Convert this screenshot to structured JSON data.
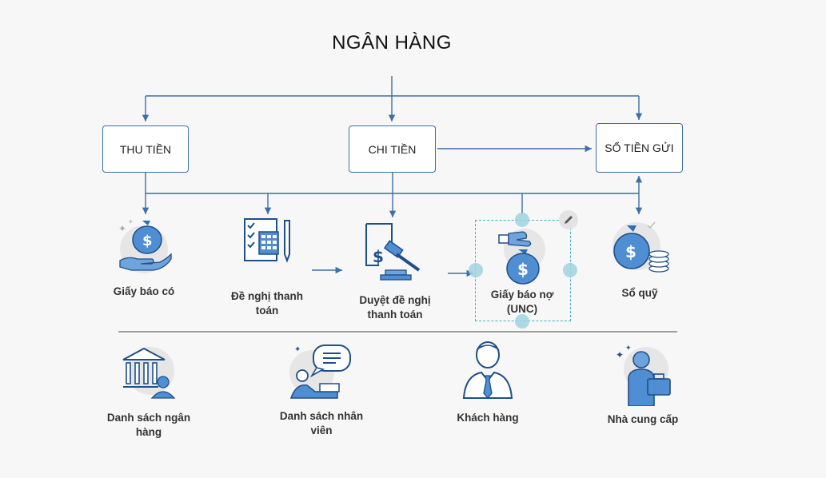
{
  "title": "NGÂN HÀNG",
  "boxes": {
    "thu_tien": "THU TIỀN",
    "chi_tien": "CHI TIỀN",
    "so_tien_gui": "SỔ TIỀN GỬI"
  },
  "items": {
    "giay_bao_co": "Giấy báo có",
    "de_nghi_line1": "Đề nghị thanh",
    "de_nghi_line2": "toán",
    "duyet_line1": "Duyệt đề nghị",
    "duyet_line2": "thanh toán",
    "giay_bao_no_line1": "Giấy báo nợ",
    "giay_bao_no_line2": "(UNC)",
    "so_quy": "Sổ quỹ"
  },
  "catalog": {
    "ds_ngan_hang_line1": "Danh sách ngân",
    "ds_ngan_hang_line2": "hàng",
    "ds_nhan_vien_line1": "Danh sách nhân",
    "ds_nhan_vien_line2": "viên",
    "khach_hang": "Khách hàng",
    "nha_cung_cap": "Nhà cung cấp"
  },
  "colors": {
    "accent": "#3d6fa8",
    "icon_blue": "#2f6db5",
    "icon_light": "#6fa3dc",
    "selection": "#48b0c4"
  }
}
